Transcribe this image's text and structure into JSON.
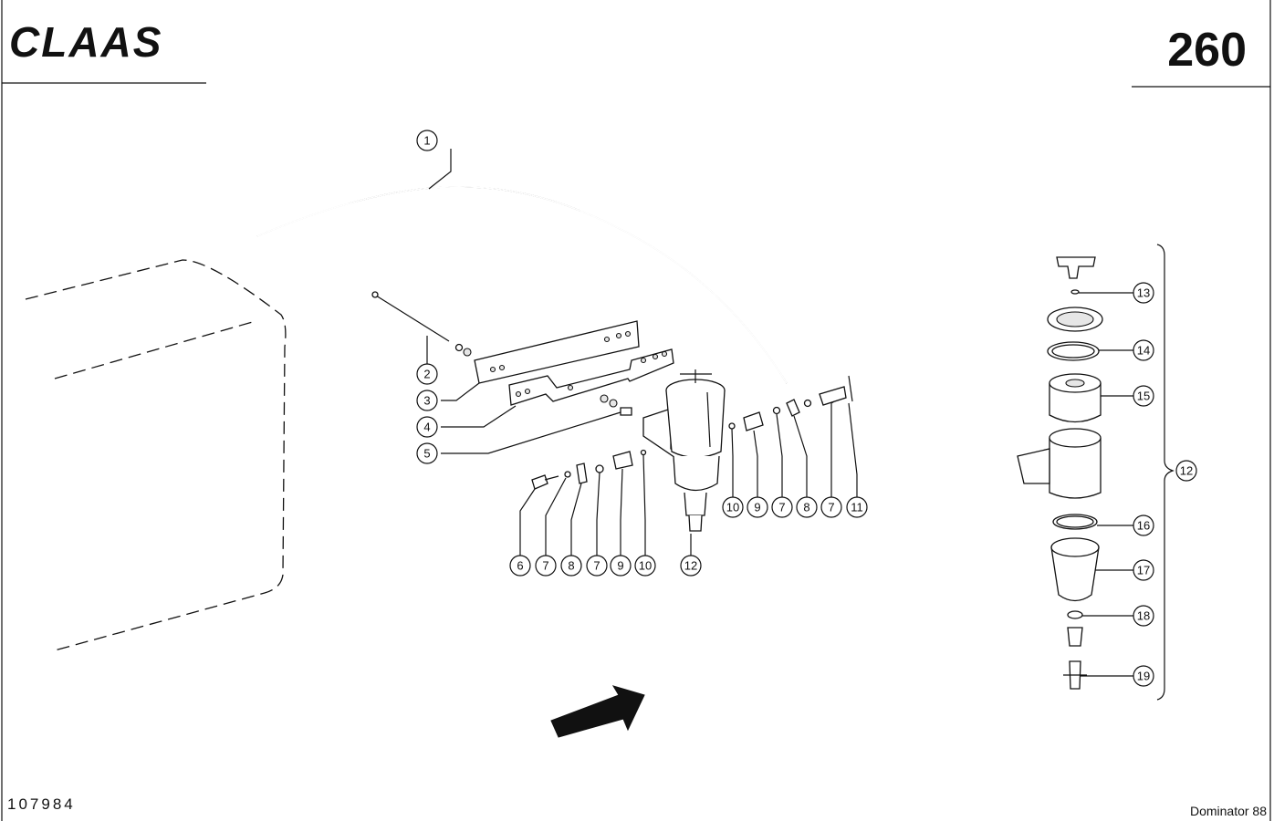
{
  "header": {
    "brand": "CLAAS",
    "page_number": "260"
  },
  "footer": {
    "figure_id": "107984",
    "model": "Dominator 88"
  },
  "callouts": [
    {
      "label": "1"
    },
    {
      "label": "2"
    },
    {
      "label": "3"
    },
    {
      "label": "4"
    },
    {
      "label": "5"
    },
    {
      "label": "6"
    },
    {
      "label": "7"
    },
    {
      "label": "8"
    },
    {
      "label": "7"
    },
    {
      "label": "9"
    },
    {
      "label": "10"
    },
    {
      "label": "12"
    },
    {
      "label": "10"
    },
    {
      "label": "9"
    },
    {
      "label": "7"
    },
    {
      "label": "8"
    },
    {
      "label": "7"
    },
    {
      "label": "11"
    },
    {
      "label": "13"
    },
    {
      "label": "14"
    },
    {
      "label": "15"
    },
    {
      "label": "12"
    },
    {
      "label": "16"
    },
    {
      "label": "17"
    },
    {
      "label": "18"
    },
    {
      "label": "19"
    }
  ]
}
